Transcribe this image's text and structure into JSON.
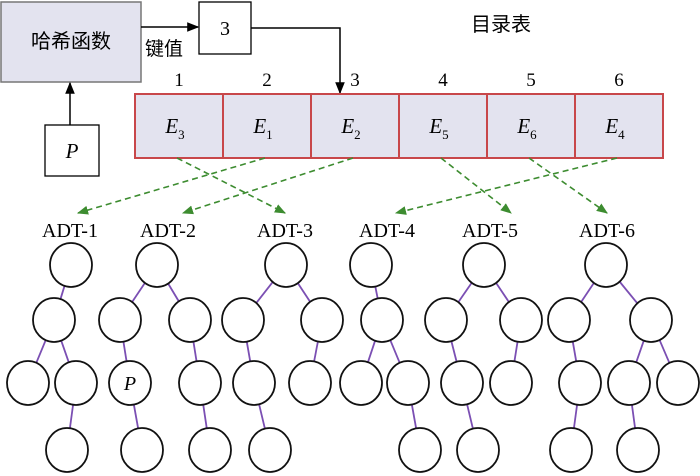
{
  "hash_box": {
    "label": "哈希函数"
  },
  "key_label": "键值",
  "key_value_box": {
    "label": "3"
  },
  "input_box": {
    "label": "P"
  },
  "directory": {
    "title": "目录表",
    "indices": [
      "1",
      "2",
      "3",
      "4",
      "5",
      "6"
    ],
    "cells": [
      {
        "base": "E",
        "sub": "3"
      },
      {
        "base": "E",
        "sub": "1"
      },
      {
        "base": "E",
        "sub": "2"
      },
      {
        "base": "E",
        "sub": "5"
      },
      {
        "base": "E",
        "sub": "6"
      },
      {
        "base": "E",
        "sub": "4"
      }
    ]
  },
  "mappings": [
    {
      "from_index": "1",
      "to": "ADT-3"
    },
    {
      "from_index": "2",
      "to": "ADT-1"
    },
    {
      "from_index": "3",
      "to": "ADT-2"
    },
    {
      "from_index": "4",
      "to": "ADT-5"
    },
    {
      "from_index": "5",
      "to": "ADT-6"
    },
    {
      "from_index": "6",
      "to": "ADT-4"
    }
  ],
  "trees": [
    {
      "label": "ADT-1"
    },
    {
      "label": "ADT-2",
      "marked_node_label": "P"
    },
    {
      "label": "ADT-3"
    },
    {
      "label": "ADT-4"
    },
    {
      "label": "ADT-5"
    },
    {
      "label": "ADT-6"
    }
  ],
  "colors": {
    "box_fill": "#e3e3ef",
    "cell_border": "#c8474a",
    "mapping_arrow": "#3d8c30",
    "tree_edge": "#7b4fb3"
  }
}
